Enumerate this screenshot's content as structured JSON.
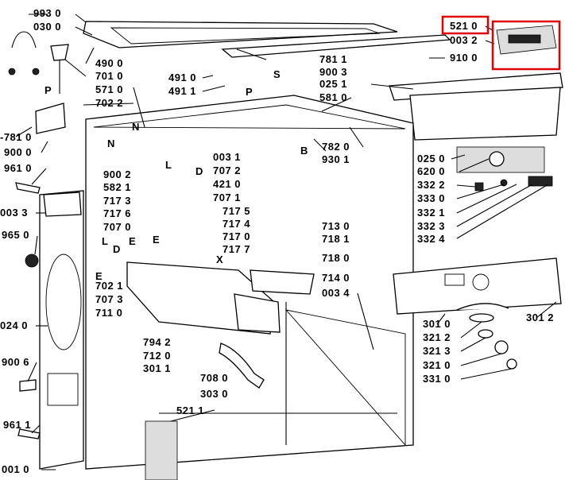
{
  "highlight_color": "#e00000",
  "labels": {
    "l993": "993 0",
    "l030": "030 0",
    "l490": "490 0",
    "l701": "701 0",
    "l571": "571 0",
    "l702a": "702 2",
    "l491a": "491 0",
    "l491b": "491 1",
    "l781a": "781 1",
    "l900a": "900 3",
    "l025a": "025 1",
    "l581": "581 0",
    "l521a": "521 0",
    "l003a": "003 2",
    "l910": "910 0",
    "l781b": "-781 0",
    "l900b": "900 0",
    "l961a": "961 0",
    "l003b": "003 3",
    "l965": "965 0",
    "l024": "024 0",
    "l900c": "900 6",
    "l961b": "961 1",
    "l001": "001 0",
    "l003c": "003 1",
    "l707a": "707 2",
    "l421": "421 0",
    "l707b": "707 1",
    "l900d": "900 2",
    "l582": "582 1",
    "l717a": "717 3",
    "l717b": "717 6",
    "l707c": "707 0",
    "l717c": "717 5",
    "l717d": "717 4",
    "l717e": "717 0",
    "l717f": "717 7",
    "l713": "713 0",
    "l718a": "718 1",
    "l718b": "718 0",
    "l714": "714 0",
    "l003d": "003 4",
    "l782": "782 0",
    "l930": "930 1",
    "l025b": "025 0",
    "l620": "620 0",
    "l332a": "332 2",
    "l333": "333 0",
    "l332b": "332 1",
    "l332c": "332 3",
    "l332d": "332 4",
    "l702b": "702 1",
    "l707d": "707 3",
    "l711": "711 0",
    "l794": "794 2",
    "l712": "712 0",
    "l301a": "301 1",
    "l708": "708 0",
    "l303": "303 0",
    "l521b": "521 1",
    "l301b": "301 0",
    "l321a": "321 2",
    "l321b": "321 3",
    "l321c": "321 0",
    "l331": "331 0",
    "l301c": "301 2",
    "sN1": "N",
    "sS": "S",
    "sP1": "P",
    "sP2": "P",
    "sN2": "N",
    "sL1": "L",
    "sD1": "D",
    "sB": "B",
    "sE1": "E",
    "sL2": "L",
    "sD2": "D",
    "sE2": "E",
    "sX": "X",
    "sE3": "E"
  }
}
